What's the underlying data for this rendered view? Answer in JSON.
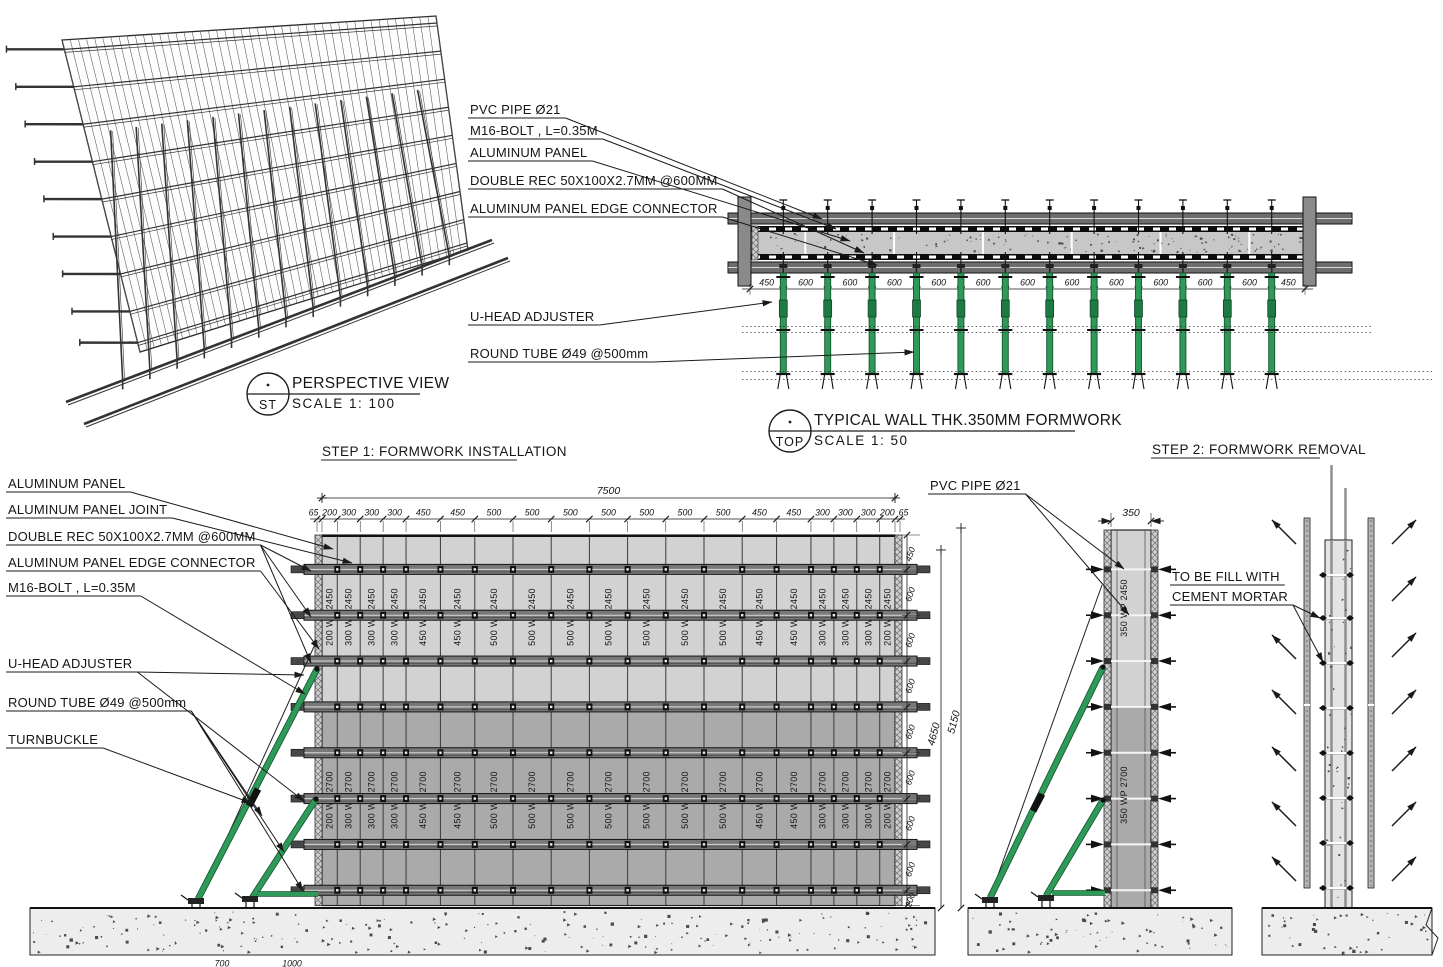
{
  "drawing": {
    "views": {
      "perspective": {
        "tag": "ST",
        "title": "PERSPECTIVE VIEW",
        "scale": "SCALE   1: 100"
      },
      "plan": {
        "tag": "TOP",
        "title": "TYPICAL WALL THK.350MM FORMWORK",
        "scale": "SCALE   1: 50"
      },
      "step1": {
        "title": "STEP 1: FORMWORK INSTALLATION"
      },
      "step2": {
        "title": "STEP 2: FORMWORK REMOVAL"
      }
    },
    "callouts": {
      "plan": [
        "PVC PIPE Ø21",
        "M16-BOLT , L=0.35M",
        "ALUMINUM PANEL",
        "DOUBLE REC 50X100X2.7MM @600MM",
        "ALUMINUM PANEL EDGE CONNECTOR",
        "U-HEAD ADJUSTER",
        "ROUND TUBE Ø49 @500mm"
      ],
      "step1": [
        "ALUMINUM PANEL",
        "ALUMINUM PANEL JOINT",
        "DOUBLE REC 50X100X2.7MM @600MM",
        "ALUMINUM PANEL EDGE CONNECTOR",
        "M16-BOLT , L=0.35M",
        "U-HEAD ADJUSTER",
        "ROUND TUBE Ø49 @500mm",
        "TURNBUCKLE"
      ],
      "step2_pvc": "PVC PIPE Ø21",
      "step2_mortar": [
        "TO BE FILL WITH",
        "CEMENT MORTAR"
      ]
    },
    "dimensions": {
      "plan_spacing": [
        "450",
        "600",
        "600",
        "600",
        "600",
        "600",
        "600",
        "600",
        "600",
        "600",
        "600",
        "600",
        "450"
      ],
      "step1_total": "7500",
      "step1_top": [
        "65",
        "200",
        "300",
        "300",
        "300",
        "450",
        "450",
        "500",
        "500",
        "500",
        "500",
        "500",
        "500",
        "500",
        "450",
        "450",
        "300",
        "300",
        "300",
        "200",
        "65"
      ],
      "step1_right": [
        "450",
        "600",
        "600",
        "600",
        "600",
        "600",
        "600",
        "600",
        "200"
      ],
      "step1_heights": [
        "4650",
        "5150"
      ],
      "step1_bottom": [
        "700",
        "1000"
      ],
      "step2_width": "350"
    },
    "panels": {
      "widths_mm": [
        200,
        300,
        300,
        300,
        450,
        450,
        500,
        500,
        500,
        500,
        500,
        500,
        500,
        450,
        450,
        300,
        300,
        300,
        200
      ],
      "upper_series": "WP 2450",
      "lower_series": "WP 2700",
      "step2_upper": "350 WP 2450",
      "step2_lower": "350 WP 2700"
    },
    "colors": {
      "green": "#2e9958",
      "green_dark": "#14532d",
      "orange": "#e2812f",
      "panel_light": "#d2d2d2",
      "panel_dark": "#aaaaaa",
      "steel": "#787878",
      "concrete": "#ededed",
      "line": "#1f1f1f"
    }
  }
}
